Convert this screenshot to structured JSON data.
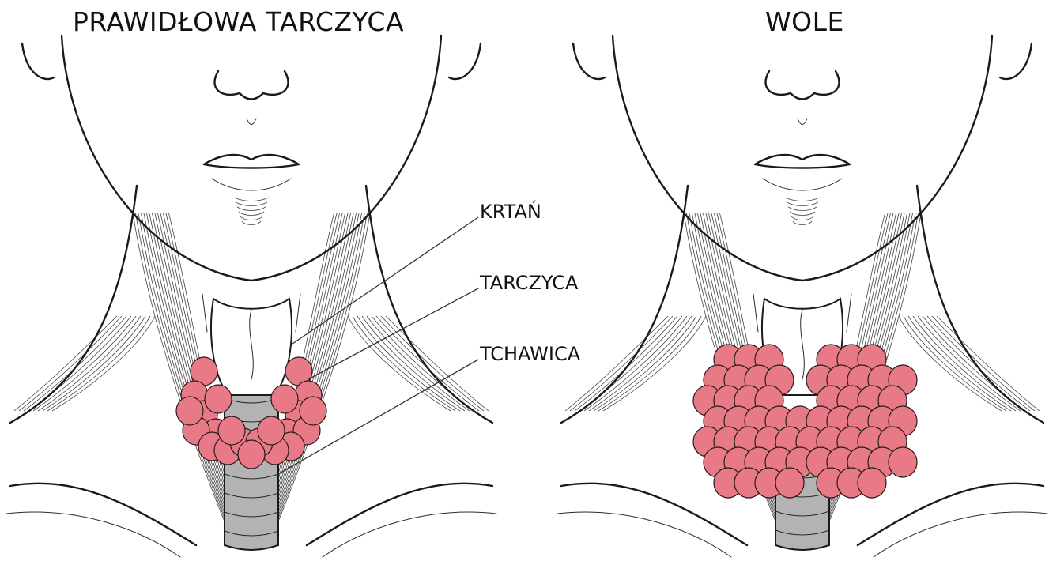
{
  "panels": {
    "left": {
      "title": "PRAWIDŁOWA TARCZYCA"
    },
    "right": {
      "title": "WOLE"
    }
  },
  "labels": {
    "larynx": "KRTAŃ",
    "thyroid": "TARCZYCA",
    "trachea": "TCHAWICA"
  },
  "colors": {
    "thyroid_fill": "#e77a86",
    "cartilage_fill": "#b3b3b3",
    "larynx_fill": "#ffffff",
    "ink": "#1a1a1a"
  }
}
